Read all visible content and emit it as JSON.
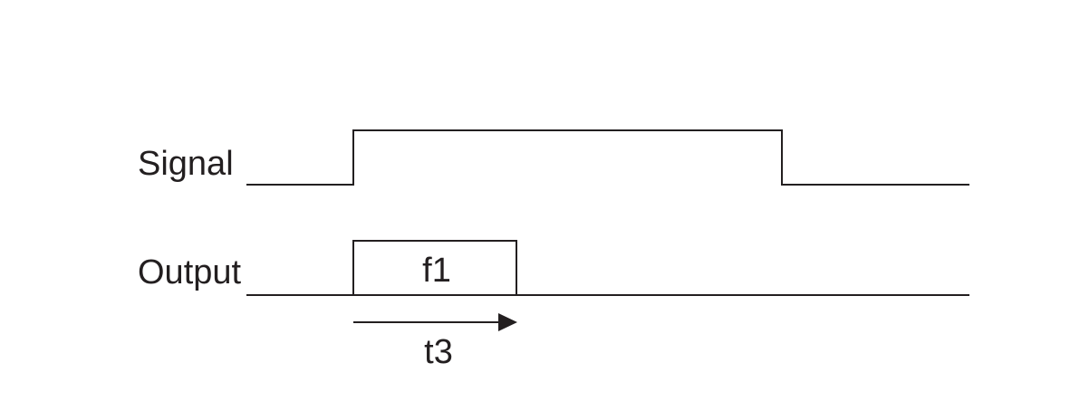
{
  "rows": {
    "signal": {
      "label": "Signal"
    },
    "output": {
      "label": "Output",
      "pulse_label": "f1"
    }
  },
  "timing": {
    "arrow_label": "t3"
  },
  "colors": {
    "line": "#231f20",
    "background": "#ffffff"
  }
}
